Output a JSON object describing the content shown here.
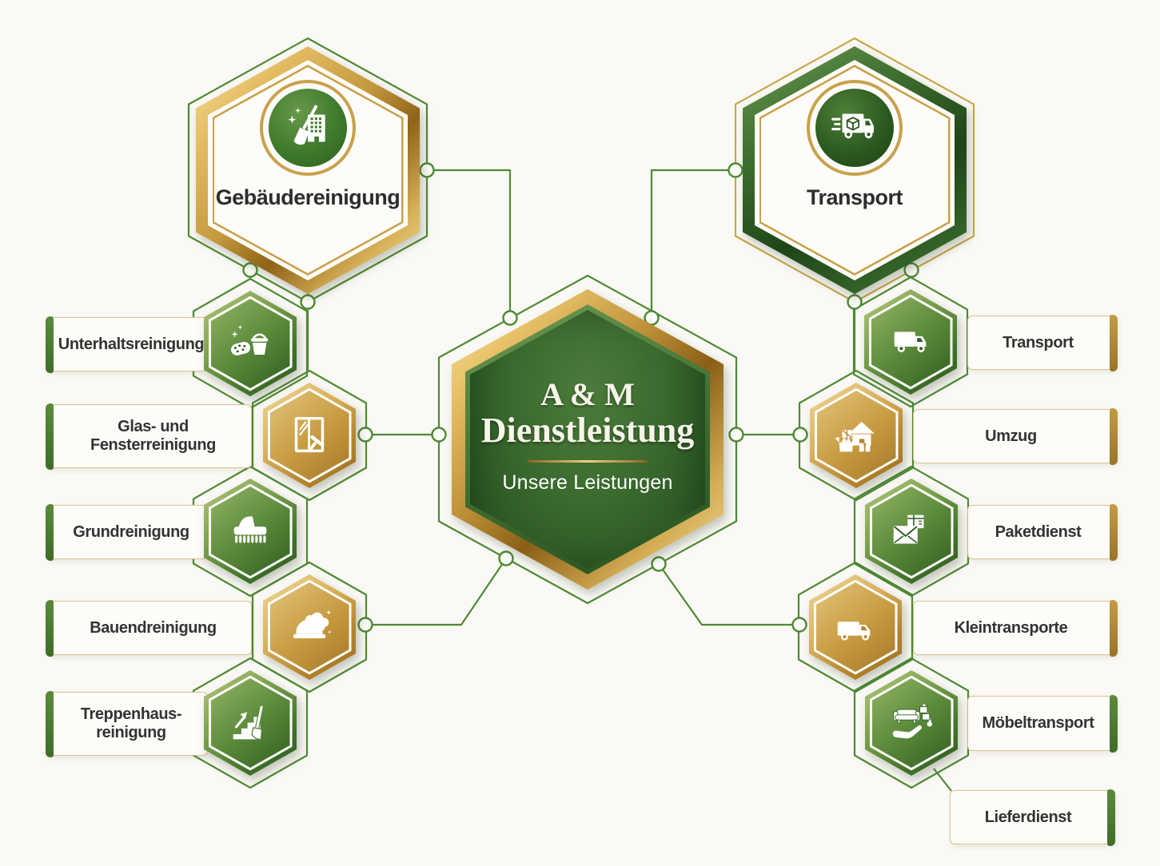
{
  "center": {
    "name_line1": "A & M",
    "name_line2": "Dienstleistung",
    "subtitle": "Unsere Leistungen"
  },
  "branches": [
    {
      "label": "Gebäudereinigung",
      "icon": "broom-building-icon"
    },
    {
      "label": "Transport",
      "icon": "fast-delivery-truck-icon"
    }
  ],
  "cleaning_services": [
    {
      "label": "Unterhaltsreinigung",
      "icon": "sponge-bucket-icon",
      "hex_color": "green",
      "accent": "green"
    },
    {
      "label": "Glas- und\nFensterreinigung",
      "icon": "window-squeegee-icon",
      "hex_color": "gold",
      "accent": "green"
    },
    {
      "label": "Grundreinigung",
      "icon": "scrub-brush-icon",
      "hex_color": "green",
      "accent": "green"
    },
    {
      "label": "Bauendreinigung",
      "icon": "hard-hat-icon",
      "hex_color": "gold",
      "accent": "green"
    },
    {
      "label": "Treppenhaus-\nreinigung",
      "icon": "stairs-broom-icon",
      "hex_color": "green",
      "accent": "green"
    }
  ],
  "transport_services": [
    {
      "label": "Transport",
      "icon": "box-truck-icon",
      "hex_color": "green",
      "accent": "gold"
    },
    {
      "label": "Umzug",
      "icon": "house-boxes-icon",
      "hex_color": "gold",
      "accent": "gold"
    },
    {
      "label": "Paketdienst",
      "icon": "envelope-parcel-icon",
      "hex_color": "green",
      "accent": "gold"
    },
    {
      "label": "Kleintransporte",
      "icon": "van-icon",
      "hex_color": "gold",
      "accent": "gold"
    },
    {
      "label": "Möbeltransport",
      "icon": "sofa-handtruck-icon",
      "hex_color": "green",
      "accent": "green"
    },
    {
      "label": "Lieferdienst",
      "icon": null,
      "accent": "green"
    }
  ],
  "colors": {
    "connector_green": "#4e8a33",
    "outline_gold": "#c9a84c",
    "dark_green": "#2c5a1e",
    "gold": "#c9a14c",
    "text": "#333333",
    "background": "#faf9f5"
  }
}
